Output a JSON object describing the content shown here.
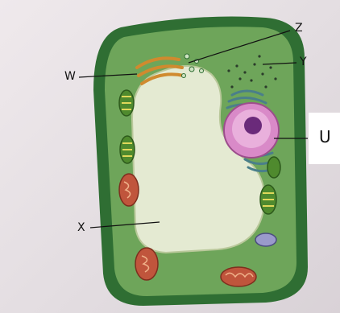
{
  "diagram": {
    "labels": {
      "w": "W",
      "x": "X",
      "y": "Y",
      "z": "Z",
      "u": "U"
    },
    "colors": {
      "page": "#e7e1e4",
      "cell_wall": "#2f6e33",
      "cytoplasm": "#6ea55a",
      "vacuole": "#e4ead2",
      "nucleus": "#d98ac8",
      "nucleolus": "#6a2a7a",
      "chloroplast": "#4f8a2e",
      "mitochondria": "#c0553c",
      "golgi": "#d08a2e",
      "er": "#4a7f8a",
      "label_line": "#111111"
    }
  }
}
